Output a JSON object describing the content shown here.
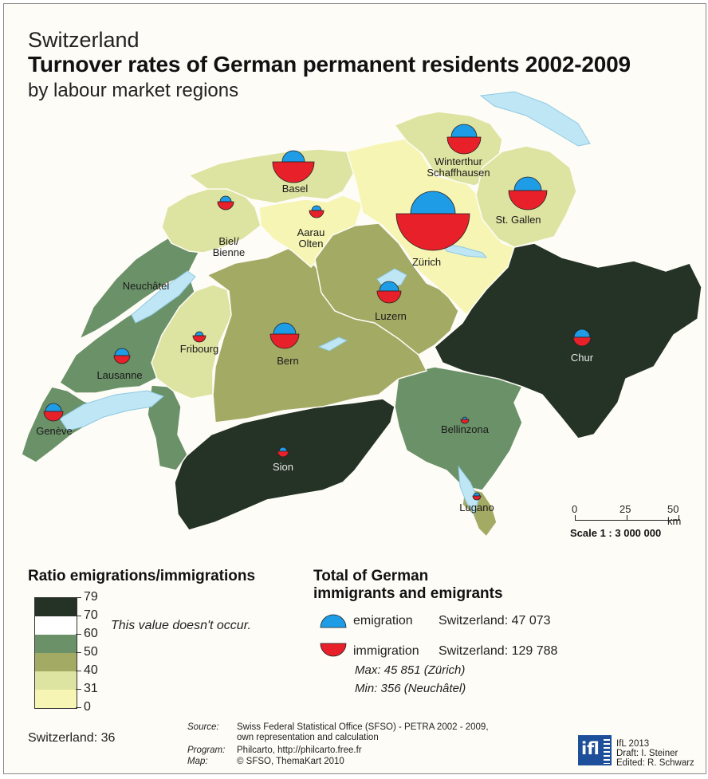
{
  "title": {
    "country": "Switzerland",
    "main": "Turnover rates of German permanent residents 2002-2009",
    "sub": "by labour market regions"
  },
  "regions": [
    {
      "name": "Basel",
      "ratio_class": "31-40"
    },
    {
      "name": "Winterthur Schaffhausen",
      "ratio_class": "31-40"
    },
    {
      "name": "St. Gallen",
      "ratio_class": "31-40"
    },
    {
      "name": "Zürich",
      "ratio_class": "0-31"
    },
    {
      "name": "Biel/ Bienne",
      "ratio_class": "31-40"
    },
    {
      "name": "Aarau Olten",
      "ratio_class": "0-31"
    },
    {
      "name": "Neuchâtel",
      "ratio_class": "50-60"
    },
    {
      "name": "Luzern",
      "ratio_class": "40-50"
    },
    {
      "name": "Fribourg",
      "ratio_class": "31-40"
    },
    {
      "name": "Bern",
      "ratio_class": "40-50"
    },
    {
      "name": "Lausanne",
      "ratio_class": "50-60"
    },
    {
      "name": "Genève",
      "ratio_class": "50-60"
    },
    {
      "name": "Chur",
      "ratio_class": "70-79"
    },
    {
      "name": "Bellinzona",
      "ratio_class": "50-60"
    },
    {
      "name": "Sion",
      "ratio_class": "70-79"
    },
    {
      "name": "Lugano",
      "ratio_class": "40-50"
    }
  ],
  "legend_ratio": {
    "title": "Ratio emigrations/immigrations",
    "ticks": [
      "79",
      "70",
      "60",
      "50",
      "40",
      "31",
      "0"
    ],
    "colors": [
      "#243325",
      "#ffffff",
      "#6b9168",
      "#a3aa64",
      "#dde3a0",
      "#f6f5b4"
    ],
    "note": "This value doesn't occur.",
    "switzerland": "Switzerland: 36"
  },
  "legend_total": {
    "title_line1": "Total of German",
    "title_line2": "immigrants and emigrants",
    "emigration_label": "emigration",
    "emigration_value": "Switzerland: 47 073",
    "immigration_label": "immigration",
    "immigration_value": "Switzerland: 129 788",
    "max": "Max: 45 851 (Zürich)",
    "min": "Min: 356 (Neuchâtel)",
    "emigration_color": "#1e9ce6",
    "immigration_color": "#e8202a"
  },
  "scale": {
    "t0": "0",
    "t1": "25",
    "t2": "50 km",
    "label": "Scale  1 : 3 000 000"
  },
  "credits": {
    "source_key": "Source:",
    "source_line1": "Swiss Federal Statistical Office (SFSO) - PETRA 2002 - 2009,",
    "source_line2": "own representation and calculation",
    "program_key": "Program:",
    "program": "Philcarto, http://philcarto.free.fr",
    "map_key": "Map:",
    "map": "© SFSO, ThemaKart 2010",
    "logo": "ifl",
    "ifl_year": "IfL 2013",
    "draft": "Draft: I. Steiner",
    "edited": "Edited: R. Schwarz"
  }
}
